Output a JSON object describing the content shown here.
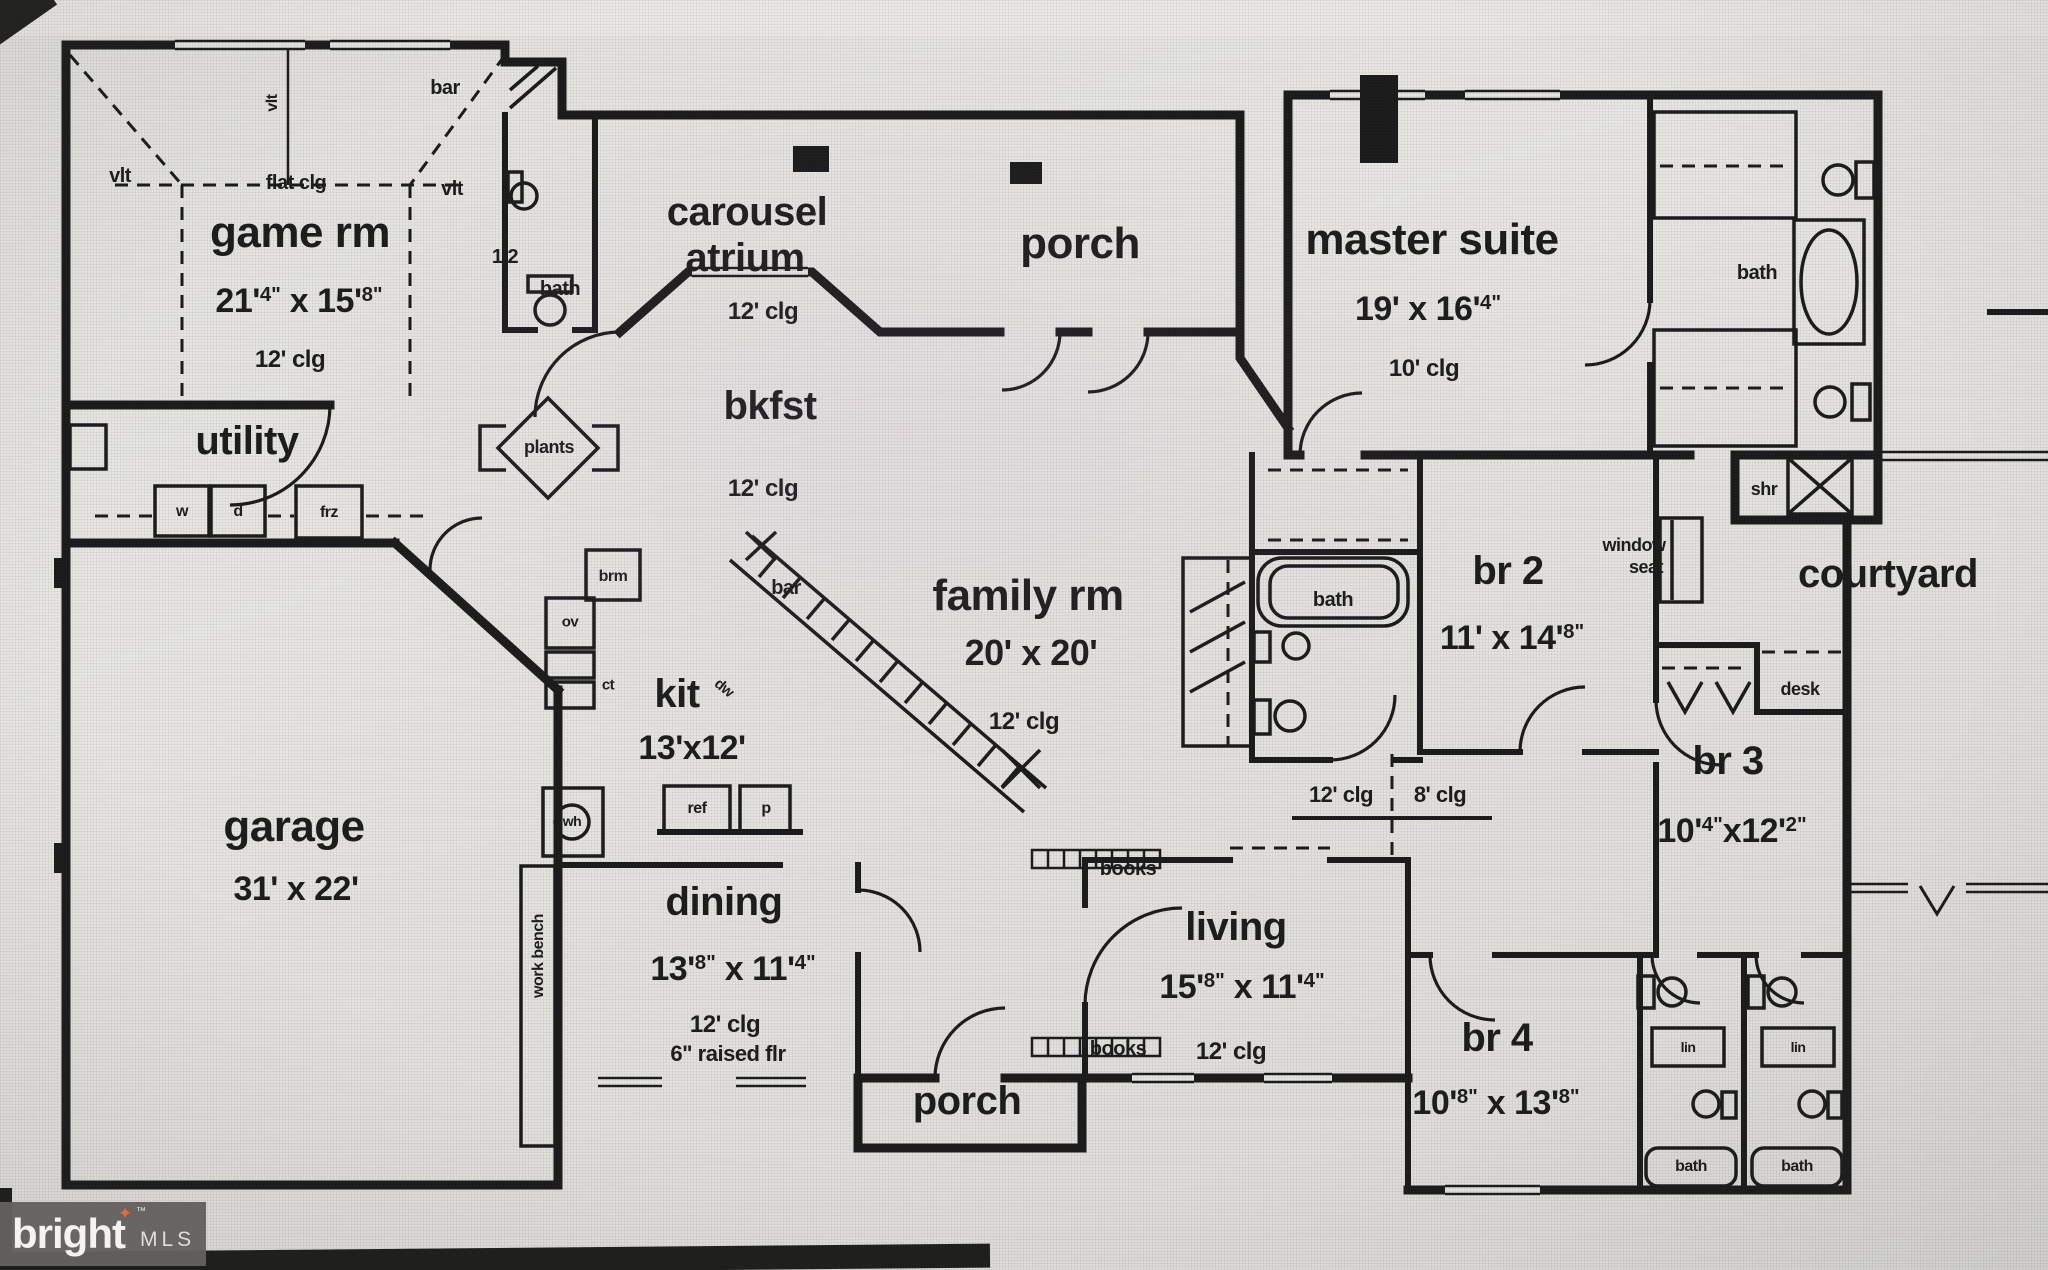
{
  "photo": {
    "watermark": {
      "brand": "bright",
      "tm": "™",
      "star": "✦",
      "suffix": "MLS"
    }
  },
  "plan": {
    "rooms": {
      "game": {
        "name": "game rm",
        "dims": [
          "21'",
          "4\"",
          " x 15'",
          "8\""
        ],
        "clg": "12' clg"
      },
      "atrium": {
        "line1": "carousel",
        "line2": "atrium",
        "clg": "12' clg"
      },
      "bkfst": {
        "name": "bkfst",
        "clg": "12' clg"
      },
      "porch_top": {
        "name": "porch"
      },
      "master": {
        "name": "master suite",
        "dims": [
          "19' x 16'",
          "4\""
        ],
        "clg": "10' clg"
      },
      "utility": {
        "name": "utility"
      },
      "family": {
        "name": "family rm",
        "dims": [
          "20' x 20'"
        ],
        "clg": "12' clg"
      },
      "kit": {
        "name": "kit",
        "dims": [
          "13'x12'"
        ]
      },
      "br2": {
        "name": "br 2",
        "dims": [
          "11' x 14'",
          "8\""
        ]
      },
      "courtyard": {
        "name": "courtyard"
      },
      "br3": {
        "name": "br 3",
        "dims": [
          "10'",
          "4\"",
          "x12'",
          "2\""
        ]
      },
      "living": {
        "name": "living",
        "dims": [
          "15'",
          "8\"",
          " x 11'",
          "4\""
        ],
        "clg": "12' clg"
      },
      "br4": {
        "name": "br 4",
        "dims": [
          "10'",
          "8\"",
          " x 13'",
          "8\""
        ]
      },
      "dining": {
        "name": "dining",
        "dims": [
          "13'",
          "8\"",
          " x 11'",
          "4\""
        ],
        "clg": "12' clg",
        "note": "6\" raised flr"
      },
      "porch_bottom": {
        "name": "porch"
      },
      "garage": {
        "name": "garage",
        "dims": [
          "31' x 22'"
        ]
      }
    },
    "annotations": {
      "vlt_left": "vlt",
      "vlt_right": "vlt",
      "vlt_top": "vlt",
      "flat_clg": "flat clg",
      "bar_top": "bar",
      "half": "1/2",
      "half_bath": "bath",
      "bath_master": "bath",
      "shr": "shr",
      "window": "window",
      "seat": "seat",
      "desk": "desk",
      "clg12_hall": "12' clg",
      "clg8_hall": "8' clg",
      "books_top": "books",
      "books_bottom": "books",
      "bath_hall": "bath",
      "w": "w",
      "d": "d",
      "frz": "frz",
      "plants": "plants",
      "brm": "brm",
      "ov": "ov",
      "ct": "ct",
      "dw": "dw",
      "bar_kit": "bar",
      "ref": "ref",
      "p": "p",
      "wh": "wh",
      "work_bench": "work bench",
      "lin1": "lin",
      "lin2": "lin",
      "bath1": "bath",
      "bath2": "bath"
    }
  }
}
